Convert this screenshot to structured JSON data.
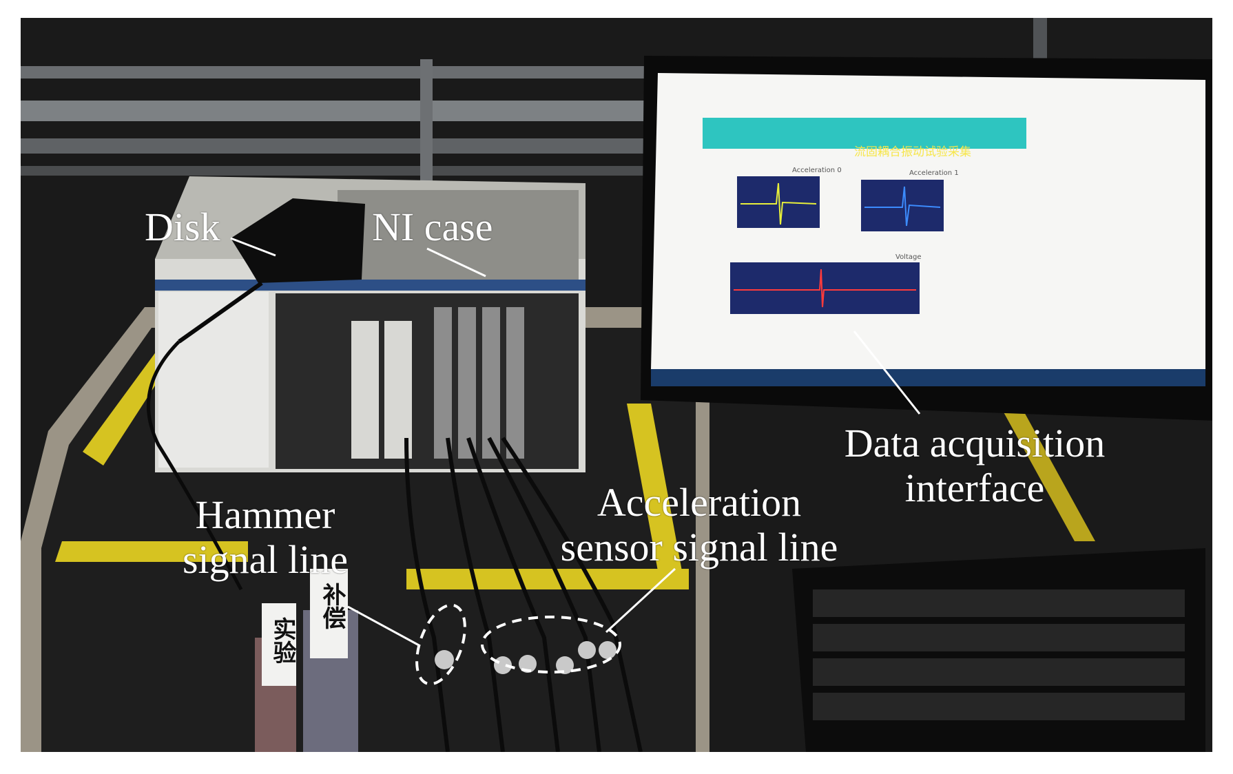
{
  "labels": {
    "disk": "Disk",
    "ni_case": "NI case",
    "data_acq_line1": "Data acquisition",
    "data_acq_line2": "interface",
    "hammer_line1": "Hammer",
    "hammer_line2": "signal line",
    "accel_line1": "Acceleration",
    "accel_line2": "sensor signal line"
  },
  "monitor": {
    "window_title": "流固耦合振动试验采集",
    "channel1": "Acceleration 0",
    "channel2": "Acceleration 1",
    "channel3": "Voltage"
  },
  "stickers": {
    "left": "实验",
    "right": "补偿"
  },
  "colors": {
    "label_text": "#ffffff",
    "title_bar": "#2ec5c0",
    "plot_bg": "#1d2a6b",
    "trace_yellow": "#e8f03a",
    "trace_blue": "#3c8cff",
    "trace_red": "#ff3b3b",
    "floor_tape": "#d6c321"
  }
}
